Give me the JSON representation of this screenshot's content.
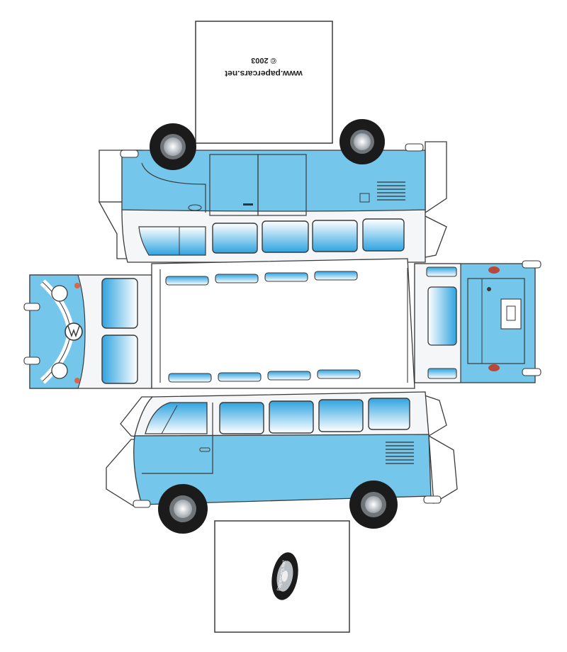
{
  "sheet": {
    "url_text": "www.papercars.net",
    "copyright_text": "© 2003",
    "tire_brand_text": "Papercars.net"
  },
  "colors": {
    "paper": "#ffffff",
    "outline": "#3a3a3a",
    "body_blue": "#74c6ea",
    "roof_white": "#f4f6f7",
    "window_gradient_top": "#2fa4e0",
    "window_gradient_bottom": "#ffffff",
    "light_orange": "#d8664a",
    "tail_red": "#b8483c",
    "tire": "#1b1b1b",
    "hub": "#c9cfd4"
  },
  "icons": {
    "front_emblem": "vw-logo-icon",
    "wheel": "wheel-icon",
    "tire_logo": "tire-logo-icon"
  },
  "parts": [
    "top-tab",
    "roof-side-panel",
    "front-panel",
    "floor-panel",
    "rear-panel",
    "lower-side-panel",
    "bottom-tab"
  ]
}
